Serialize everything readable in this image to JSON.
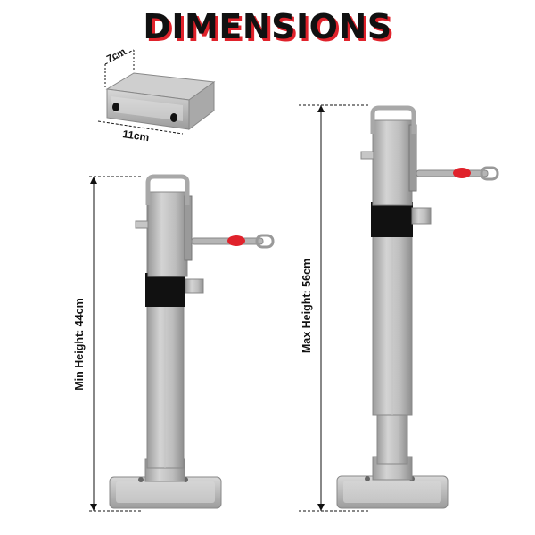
{
  "title": "DIMENSIONS",
  "bracket": {
    "depth_label": "7cm",
    "width_label": "11cm"
  },
  "jack_min": {
    "height_label": "Min Height: 44cm"
  },
  "jack_max": {
    "height_label": "Max Height: 56cm"
  },
  "colors": {
    "steel": "#b8b8b8",
    "steel_dark": "#8a8a8a",
    "black_collar": "#111111",
    "handle_accent": "#e0222b",
    "title_shadow": "#e0222b"
  }
}
